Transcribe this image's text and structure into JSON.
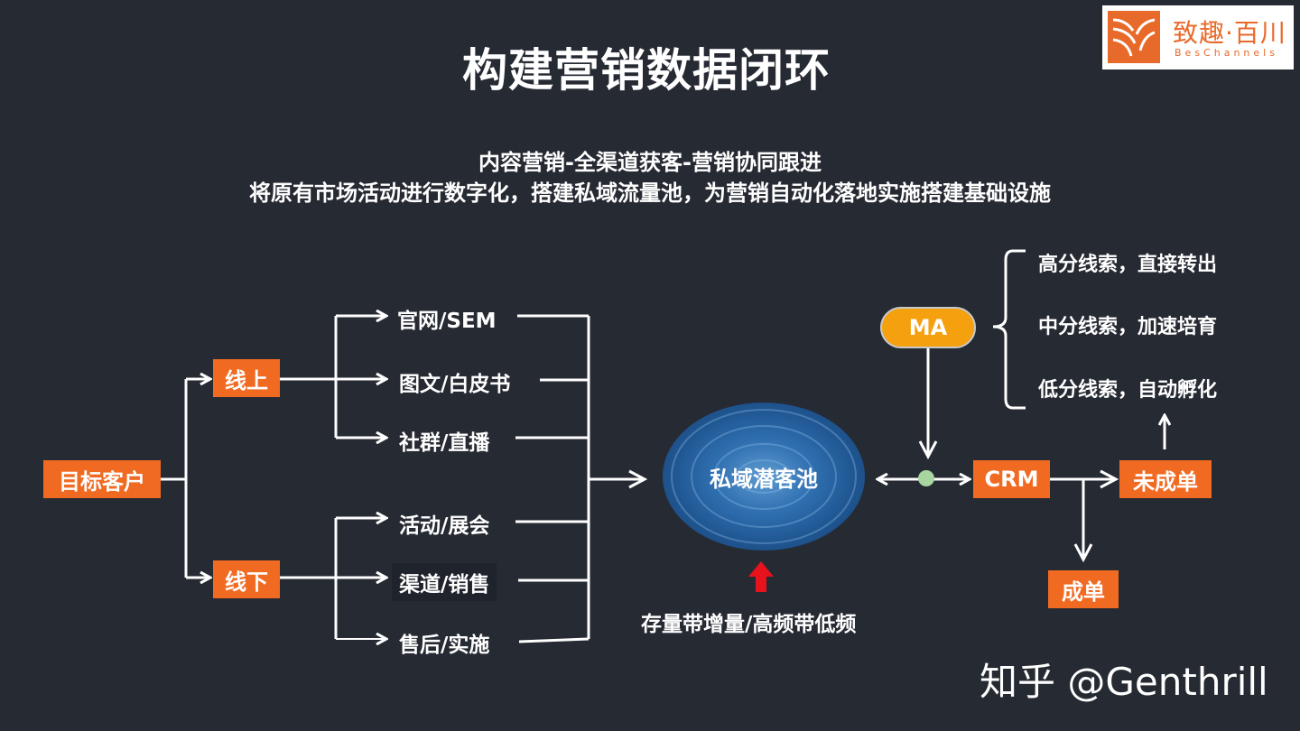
{
  "title": "构建营销数据闭环",
  "subtitle_line1": "内容营销-全渠道获客-营销协同跟进",
  "subtitle_line2": "将原有市场活动进行数字化，搭建私域流量池，为营销自动化落地实施搭建基础设施",
  "logo": {
    "cn": "致趣·百川",
    "en": "BesChannels"
  },
  "root": "目标客户",
  "online": {
    "label": "线上",
    "channels": [
      "官网/SEM",
      "图文/白皮书",
      "社群/直播"
    ]
  },
  "offline": {
    "label": "线下",
    "channels": [
      "活动/展会",
      "渠道/销售",
      "售后/实施"
    ]
  },
  "pool": {
    "label": "私域潜客池",
    "note": "存量带增量/高频带低频"
  },
  "ma": "MA",
  "leads": [
    "高分线索，直接转出",
    "中分线索，加速培育",
    "低分线索，自动孵化"
  ],
  "crm": "CRM",
  "not_closed": "未成单",
  "closed": "成单",
  "watermark": "知乎 @Genthrill",
  "colors": {
    "background": "#262a33",
    "orange_box": "#f16a22",
    "ma_fill": "#f5a00f",
    "connector_dot": "#a8d5a0",
    "red_arrow": "#e8121c"
  }
}
